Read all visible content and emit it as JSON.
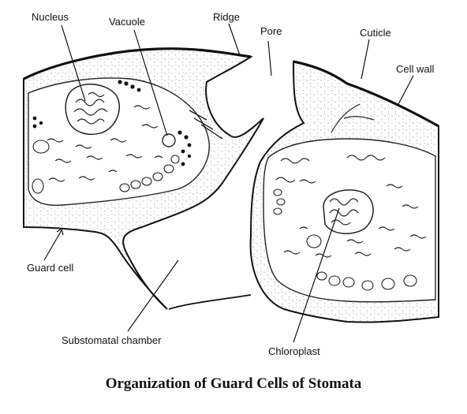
{
  "labels": {
    "nucleus": "Nucleus",
    "vacuole": "Vacuole",
    "ridge": "Ridge",
    "pore": "Pore",
    "cuticle": "Cuticle",
    "cell_wall": "Cell wall",
    "guard_cell": "Guard cell",
    "substomatal_chamber": "Substomatal chamber",
    "chloroplast": "Chloroplast"
  },
  "caption": "Organization of Guard Cells of Stomata",
  "colors": {
    "ink": "#111111",
    "paper": "#ffffff",
    "caption": "#111111"
  }
}
